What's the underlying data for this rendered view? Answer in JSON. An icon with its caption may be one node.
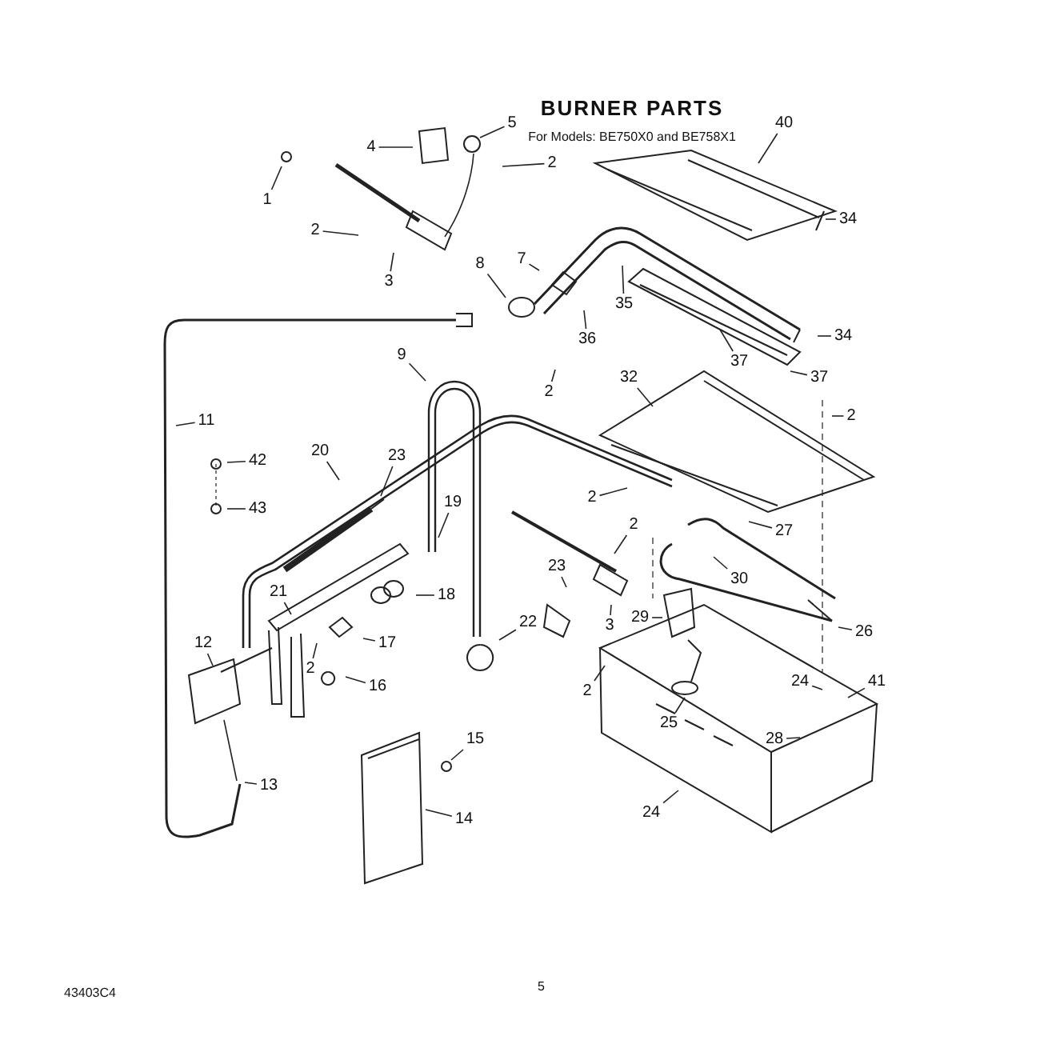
{
  "diagram": {
    "title": "BURNER PARTS",
    "nodes": [
      {
        "text": [
          "1"
        ]
      },
      {
        "text": [
          "4"
        ]
      },
      {
        "text": [
          "5"
        ]
      },
      {
        "text": [
          "2"
        ]
      },
      {
        "text": [
          "2"
        ]
      },
      {
        "text": [
          "3"
        ]
      },
      {
        "text": [
          "40"
        ]
      },
      {
        "text": [
          "34"
        ]
      },
      {
        "text": [
          "7"
        ]
      },
      {
        "text": [
          "8"
        ]
      },
      {
        "text": [
          "35"
        ]
      },
      {
        "text": [
          "36"
        ]
      },
      {
        "text": [
          "37"
        ]
      },
      {
        "text": [
          "34"
        ]
      },
      {
        "text": [
          "2"
        ]
      },
      {
        "text": [
          "9"
        ]
      },
      {
        "text": [
          "32"
        ]
      },
      {
        "text": [
          "37"
        ]
      },
      {
        "text": [
          "2"
        ]
      },
      {
        "text": [
          "11"
        ]
      },
      {
        "text": [
          "42"
        ]
      },
      {
        "text": [
          "43"
        ]
      },
      {
        "text": [
          "20"
        ]
      },
      {
        "text": [
          "23"
        ]
      },
      {
        "text": [
          "2"
        ]
      },
      {
        "text": [
          "19"
        ]
      },
      {
        "text": [
          "2"
        ]
      },
      {
        "text": [
          "27"
        ]
      },
      {
        "text": [
          "30"
        ]
      },
      {
        "text": [
          "21"
        ]
      },
      {
        "text": [
          "23"
        ]
      },
      {
        "text": [
          "18"
        ]
      },
      {
        "text": [
          "3"
        ]
      },
      {
        "text": [
          "29"
        ]
      },
      {
        "text": [
          "22"
        ]
      },
      {
        "text": [
          "26"
        ]
      },
      {
        "text": [
          "17"
        ]
      },
      {
        "text": [
          "12"
        ]
      },
      {
        "text": [
          "2"
        ]
      },
      {
        "text": [
          "2"
        ]
      },
      {
        "text": [
          "16"
        ]
      },
      {
        "text": [
          "24"
        ]
      },
      {
        "text": [
          "41"
        ]
      },
      {
        "text": [
          "28"
        ]
      },
      {
        "text": [
          "25"
        ]
      },
      {
        "text": [
          "15"
        ]
      },
      {
        "text": [
          "13"
        ]
      },
      {
        "text": [
          "14"
        ]
      },
      {
        "text": [
          "24"
        ]
      }
    ],
    "edges": [
      {
        "from": 0,
        "to": null,
        "arrow": "none"
      },
      {
        "from": 1,
        "to": null,
        "arrow": "none"
      },
      {
        "from": 2,
        "to": null,
        "arrow": "none"
      },
      {
        "from": 3,
        "to": null,
        "arrow": "none"
      },
      {
        "from": 4,
        "to": null,
        "arrow": "none"
      },
      {
        "from": 5,
        "to": null,
        "arrow": "none"
      },
      {
        "from": 6,
        "to": null,
        "arrow": "none"
      },
      {
        "from": 7,
        "to": null,
        "arrow": "none"
      },
      {
        "from": 8,
        "to": null,
        "arrow": "none"
      },
      {
        "from": 9,
        "to": null,
        "arrow": "none"
      },
      {
        "from": 10,
        "to": null,
        "arrow": "none"
      },
      {
        "from": 11,
        "to": null,
        "arrow": "none"
      },
      {
        "from": 12,
        "to": null,
        "arrow": "none"
      },
      {
        "from": 13,
        "to": null,
        "arrow": "none"
      },
      {
        "from": 14,
        "to": null,
        "arrow": "none"
      },
      {
        "from": 15,
        "to": null,
        "arrow": "none"
      },
      {
        "from": 16,
        "to": null,
        "arrow": "none"
      },
      {
        "from": 17,
        "to": null,
        "arrow": "none"
      },
      {
        "from": 18,
        "to": null,
        "arrow": "none"
      },
      {
        "from": 19,
        "to": null,
        "arrow": "none"
      },
      {
        "from": 20,
        "to": null,
        "arrow": "none"
      },
      {
        "from": 21,
        "to": null,
        "arrow": "none"
      },
      {
        "from": 22,
        "to": null,
        "arrow": "none"
      },
      {
        "from": 23,
        "to": null,
        "arrow": "none"
      },
      {
        "from": 24,
        "to": null,
        "arrow": "none"
      },
      {
        "from": 25,
        "to": null,
        "arrow": "none"
      },
      {
        "from": 26,
        "to": null,
        "arrow": "none"
      },
      {
        "from": 27,
        "to": null,
        "arrow": "none"
      },
      {
        "from": 28,
        "to": null,
        "arrow": "none"
      },
      {
        "from": 29,
        "to": null,
        "arrow": "none"
      },
      {
        "from": 30,
        "to": null,
        "arrow": "none"
      },
      {
        "from": 31,
        "to": null,
        "arrow": "none"
      },
      {
        "from": 32,
        "to": null,
        "arrow": "none"
      },
      {
        "from": 33,
        "to": null,
        "arrow": "none"
      },
      {
        "from": 34,
        "to": null,
        "arrow": "none"
      },
      {
        "from": 35,
        "to": null,
        "arrow": "none"
      },
      {
        "from": 36,
        "to": null,
        "arrow": "none"
      },
      {
        "from": 37,
        "to": null,
        "arrow": "none"
      },
      {
        "from": 38,
        "to": null,
        "arrow": "none"
      },
      {
        "from": 39,
        "to": null,
        "arrow": "none"
      },
      {
        "from": 40,
        "to": null,
        "arrow": "none"
      },
      {
        "from": 41,
        "to": null,
        "arrow": "none"
      },
      {
        "from": 42,
        "to": null,
        "arrow": "none"
      },
      {
        "from": 43,
        "to": null,
        "arrow": "none"
      },
      {
        "from": 44,
        "to": null,
        "arrow": "none"
      },
      {
        "from": 45,
        "to": null,
        "arrow": "none"
      },
      {
        "from": 46,
        "to": null,
        "arrow": "none"
      },
      {
        "from": 47,
        "to": null,
        "arrow": "none"
      },
      {
        "from": 48,
        "to": null,
        "arrow": "none"
      }
    ],
    "labels": [
      "For Models: BE750X0 and BE758X1",
      "43403C4",
      "5"
    ]
  }
}
